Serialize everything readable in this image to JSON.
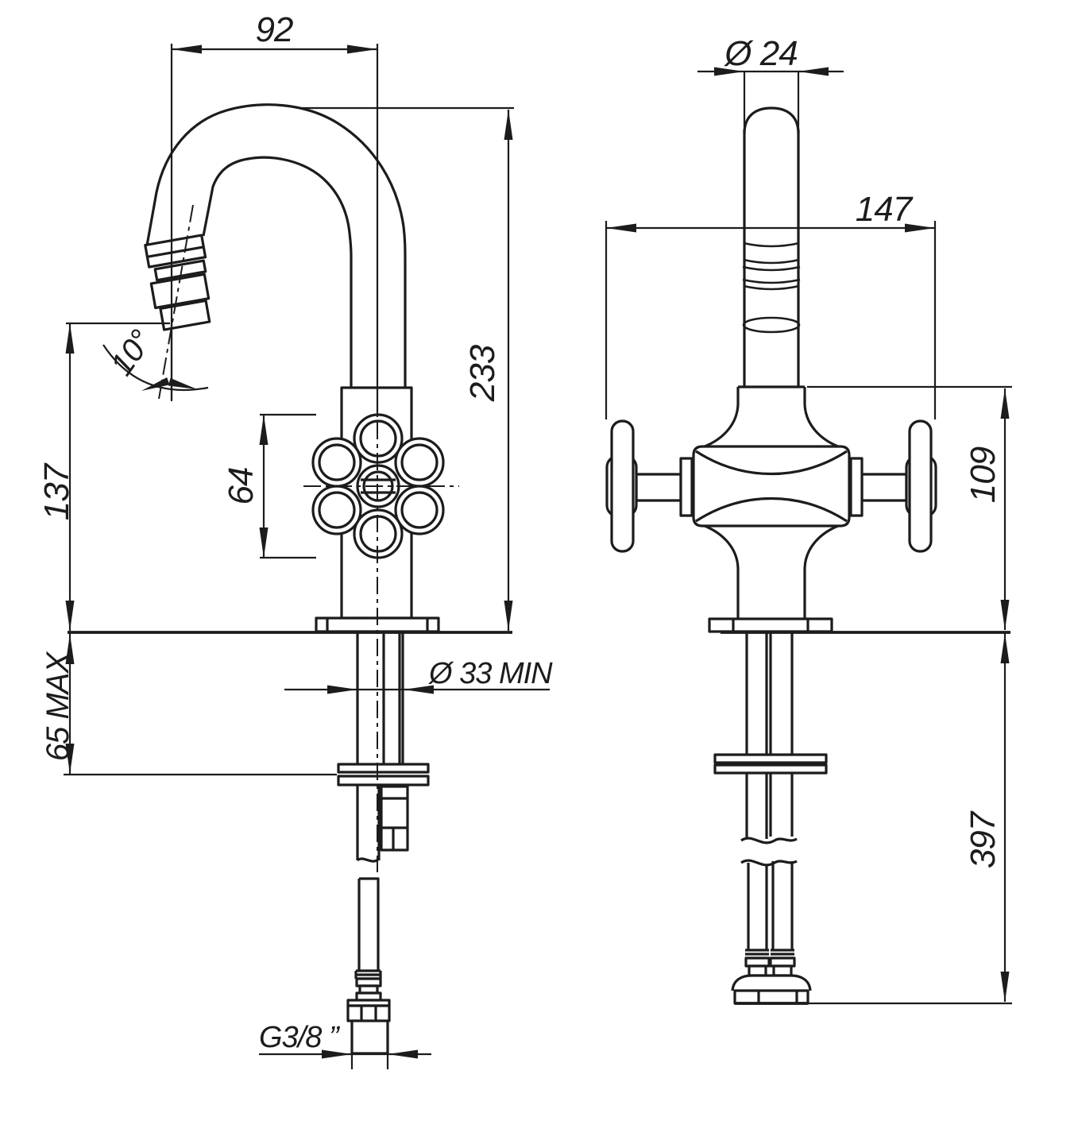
{
  "drawing": {
    "kind": "faucet installation dimension drawing, two orthographic views",
    "line_color": "#1c1c1c",
    "background": "#ffffff",
    "dims": {
      "spout_reach": "92",
      "total_height": "233",
      "spout_height": "137",
      "deck_thickness_max": "65 MAX",
      "handle_diameter": "64",
      "spout_angle": "10°",
      "mounting_hole": "Ø 33  MIN",
      "supply_thread": "G3/8 ”",
      "spout_diameter": "Ø 24",
      "overall_width": "147",
      "body_height": "109",
      "supply_hose_length": "397"
    }
  }
}
